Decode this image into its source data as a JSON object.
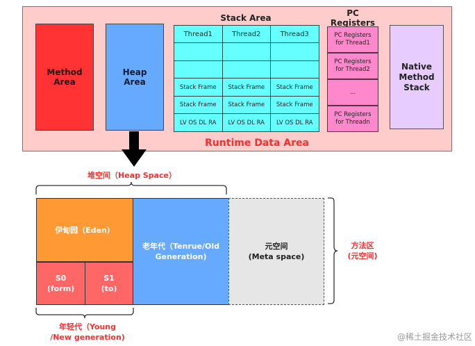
{
  "runtime_data_area": {
    "title": "Runtime Data Area",
    "method_area": "Method Area",
    "heap_area": "Heap Area",
    "stack_area": {
      "title": "Stack Area",
      "columns": [
        {
          "header": "Thread1",
          "rows": [
            "",
            "",
            "Stack Frame",
            "Stack Frame",
            "LV OS DL RA"
          ]
        },
        {
          "header": "Thread2",
          "rows": [
            "",
            "",
            "Stack Frame",
            "Stack Frame",
            "LV OS DL RA"
          ]
        },
        {
          "header": "Thread3",
          "rows": [
            "",
            "",
            "Stack Frame",
            "Stack Frame",
            "LV OS DL RA"
          ]
        }
      ]
    },
    "pc_registers": {
      "title": "PC Registers",
      "items": [
        "PC Registers for Thread1",
        "PC Registers for Thread2",
        "...",
        "PC Registers for Threadn"
      ]
    },
    "native_method_stack": "Native Method Stack"
  },
  "heap_space": {
    "label": "堆空间（Heap Space）",
    "eden": "伊甸园（Eden）",
    "s0": {
      "name": "S0",
      "sub": "(form)"
    },
    "s1": {
      "name": "S1",
      "sub": "(to)"
    },
    "old_gen": {
      "line1": "老年代（Tenrue/Old",
      "line2": "Generation)"
    },
    "meta": {
      "line1": "元空间",
      "line2": "(Meta space)"
    },
    "young_label": {
      "line1": "年轻代（Young",
      "line2": "/New generation)"
    },
    "method_area_label": {
      "line1": "方法区",
      "line2": "(元空间)"
    }
  },
  "watermark": "@稀土掘金技术社区",
  "colors": {
    "runtime_bg": "#ffcccc",
    "method": "#ff3333",
    "heap": "#66aaff",
    "stack": "#66ffff",
    "pc": "#ff88cc",
    "native": "#e6ccff",
    "eden": "#ff9933",
    "survivor": "#ff6666",
    "meta": "#e6e6e6",
    "label_red": "#ee3333"
  }
}
